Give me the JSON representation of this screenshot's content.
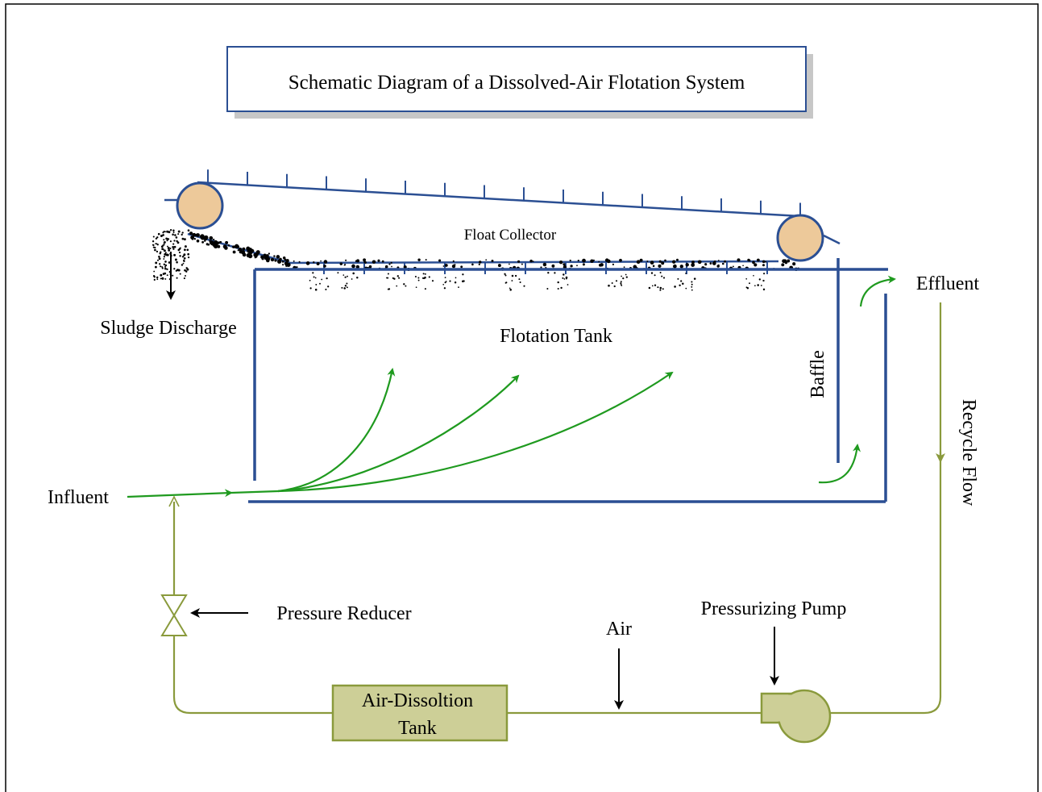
{
  "title": "Schematic Diagram of a Dissolved-Air Flotation System",
  "labels": {
    "float_collector": "Float Collector",
    "flotation_tank": "Flotation Tank",
    "sludge_discharge": "Sludge Discharge",
    "baffle": "Baffle",
    "effluent": "Effluent",
    "recycle_flow": "Recycle Flow",
    "influent": "Influent",
    "pressure_reducer": "Pressure Reducer",
    "pressurizing_pump": "Pressurizing Pump",
    "air": "Air",
    "air_dissolution_tank_line1": "Air-Dissoltion",
    "air_dissolution_tank_line2": "Tank"
  },
  "colors": {
    "tank_blue": "#2b4f93",
    "flow_green": "#1f9a1f",
    "recycle_olive": "#8a9a3c",
    "tank_fill": "#cdcf97",
    "roller_fill": "#edc99a",
    "title_shadow": "#c7c7c7"
  },
  "icons": {
    "valve": "pressure-reducer-valve-icon",
    "pump": "pressurizing-pump-icon",
    "roller": "collector-roller-icon"
  }
}
